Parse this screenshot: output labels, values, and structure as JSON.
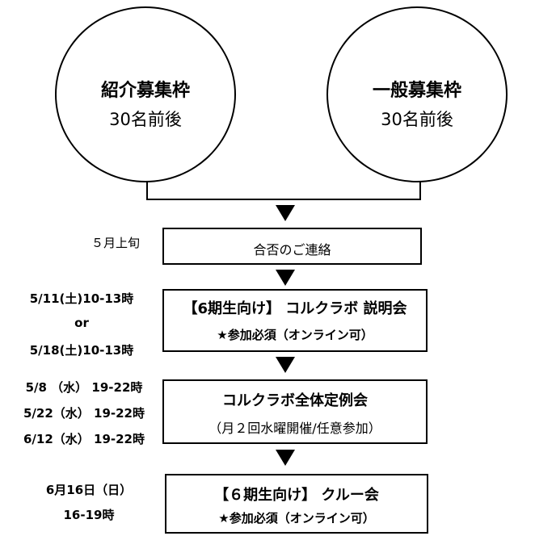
{
  "circles": {
    "referral": {
      "title": "紹介募集枠",
      "subtitle": "30名前後"
    },
    "general": {
      "title": "一般募集枠",
      "subtitle": "30名前後"
    }
  },
  "steps": [
    {
      "date_lines": [
        "５月上旬"
      ],
      "lines": [
        "合否のご連絡"
      ]
    },
    {
      "date_lines": [
        "5/11(土)10-13時",
        "or",
        "5/18(土)10-13時"
      ],
      "lines": [
        "【6期生向け】 コルクラボ 説明会",
        "★参加必須（オンライン可）"
      ]
    },
    {
      "date_lines": [
        "5/8 （水） 19-22時",
        "5/22（水） 19-22時",
        "6/12（水） 19-22時"
      ],
      "lines": [
        "コルクラボ全体定例会",
        "（月２回水曜開催/任意参加）"
      ]
    },
    {
      "date_lines": [
        "6月16日（日）",
        "16-19時"
      ],
      "lines": [
        "【６期生向け】 クルー会",
        "★参加必須（オンライン可）"
      ]
    }
  ]
}
